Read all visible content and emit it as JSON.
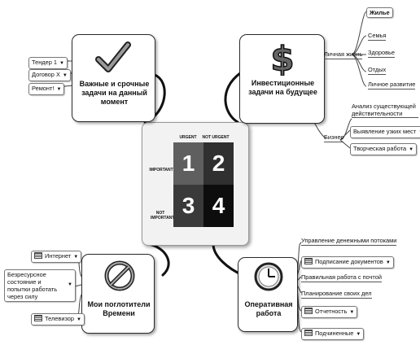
{
  "center": {
    "col_headers": [
      "URGENT",
      "NOT URGENT"
    ],
    "row_headers": [
      "IMPORTANT",
      "NOT IMPORTANT"
    ],
    "cells": [
      "1",
      "2",
      "3",
      "4"
    ],
    "cell_colors": [
      "#5f5f5f",
      "#303030",
      "#3a3a3a",
      "#0d0d0d"
    ]
  },
  "top_left": {
    "title": "Важные и срочные задачи на данный момент",
    "icon": "checkmark-icon",
    "items": [
      "Тендер 1",
      "Договор X",
      "Ремонт!"
    ]
  },
  "top_right": {
    "title": "Инвестиционные задачи на будущее",
    "icon": "dollar-icon",
    "personal": {
      "label": "Личная жизнь",
      "items": [
        "Жилье",
        "Семья",
        "Здоровье",
        "Отдых",
        "Личное развитие"
      ]
    },
    "business": {
      "label": "Бизнес",
      "items": [
        "Анализ существующей действительности",
        "Выявление узких мест",
        "Творческая работа"
      ]
    }
  },
  "bottom_left": {
    "title": "Мои поглотители Времени",
    "icon": "prohibited-icon",
    "items": [
      "Интернет",
      "Безресурсное состояние и попытки работать через силу",
      "Телевизор"
    ]
  },
  "bottom_right": {
    "title": "Оперативная работа",
    "icon": "clock-icon",
    "items": [
      "Управление денежными потоками",
      "Подписание документов",
      "Правильная работа с почтой",
      "Планирование своих дел",
      "Отчетность",
      "Подчиненные"
    ]
  }
}
